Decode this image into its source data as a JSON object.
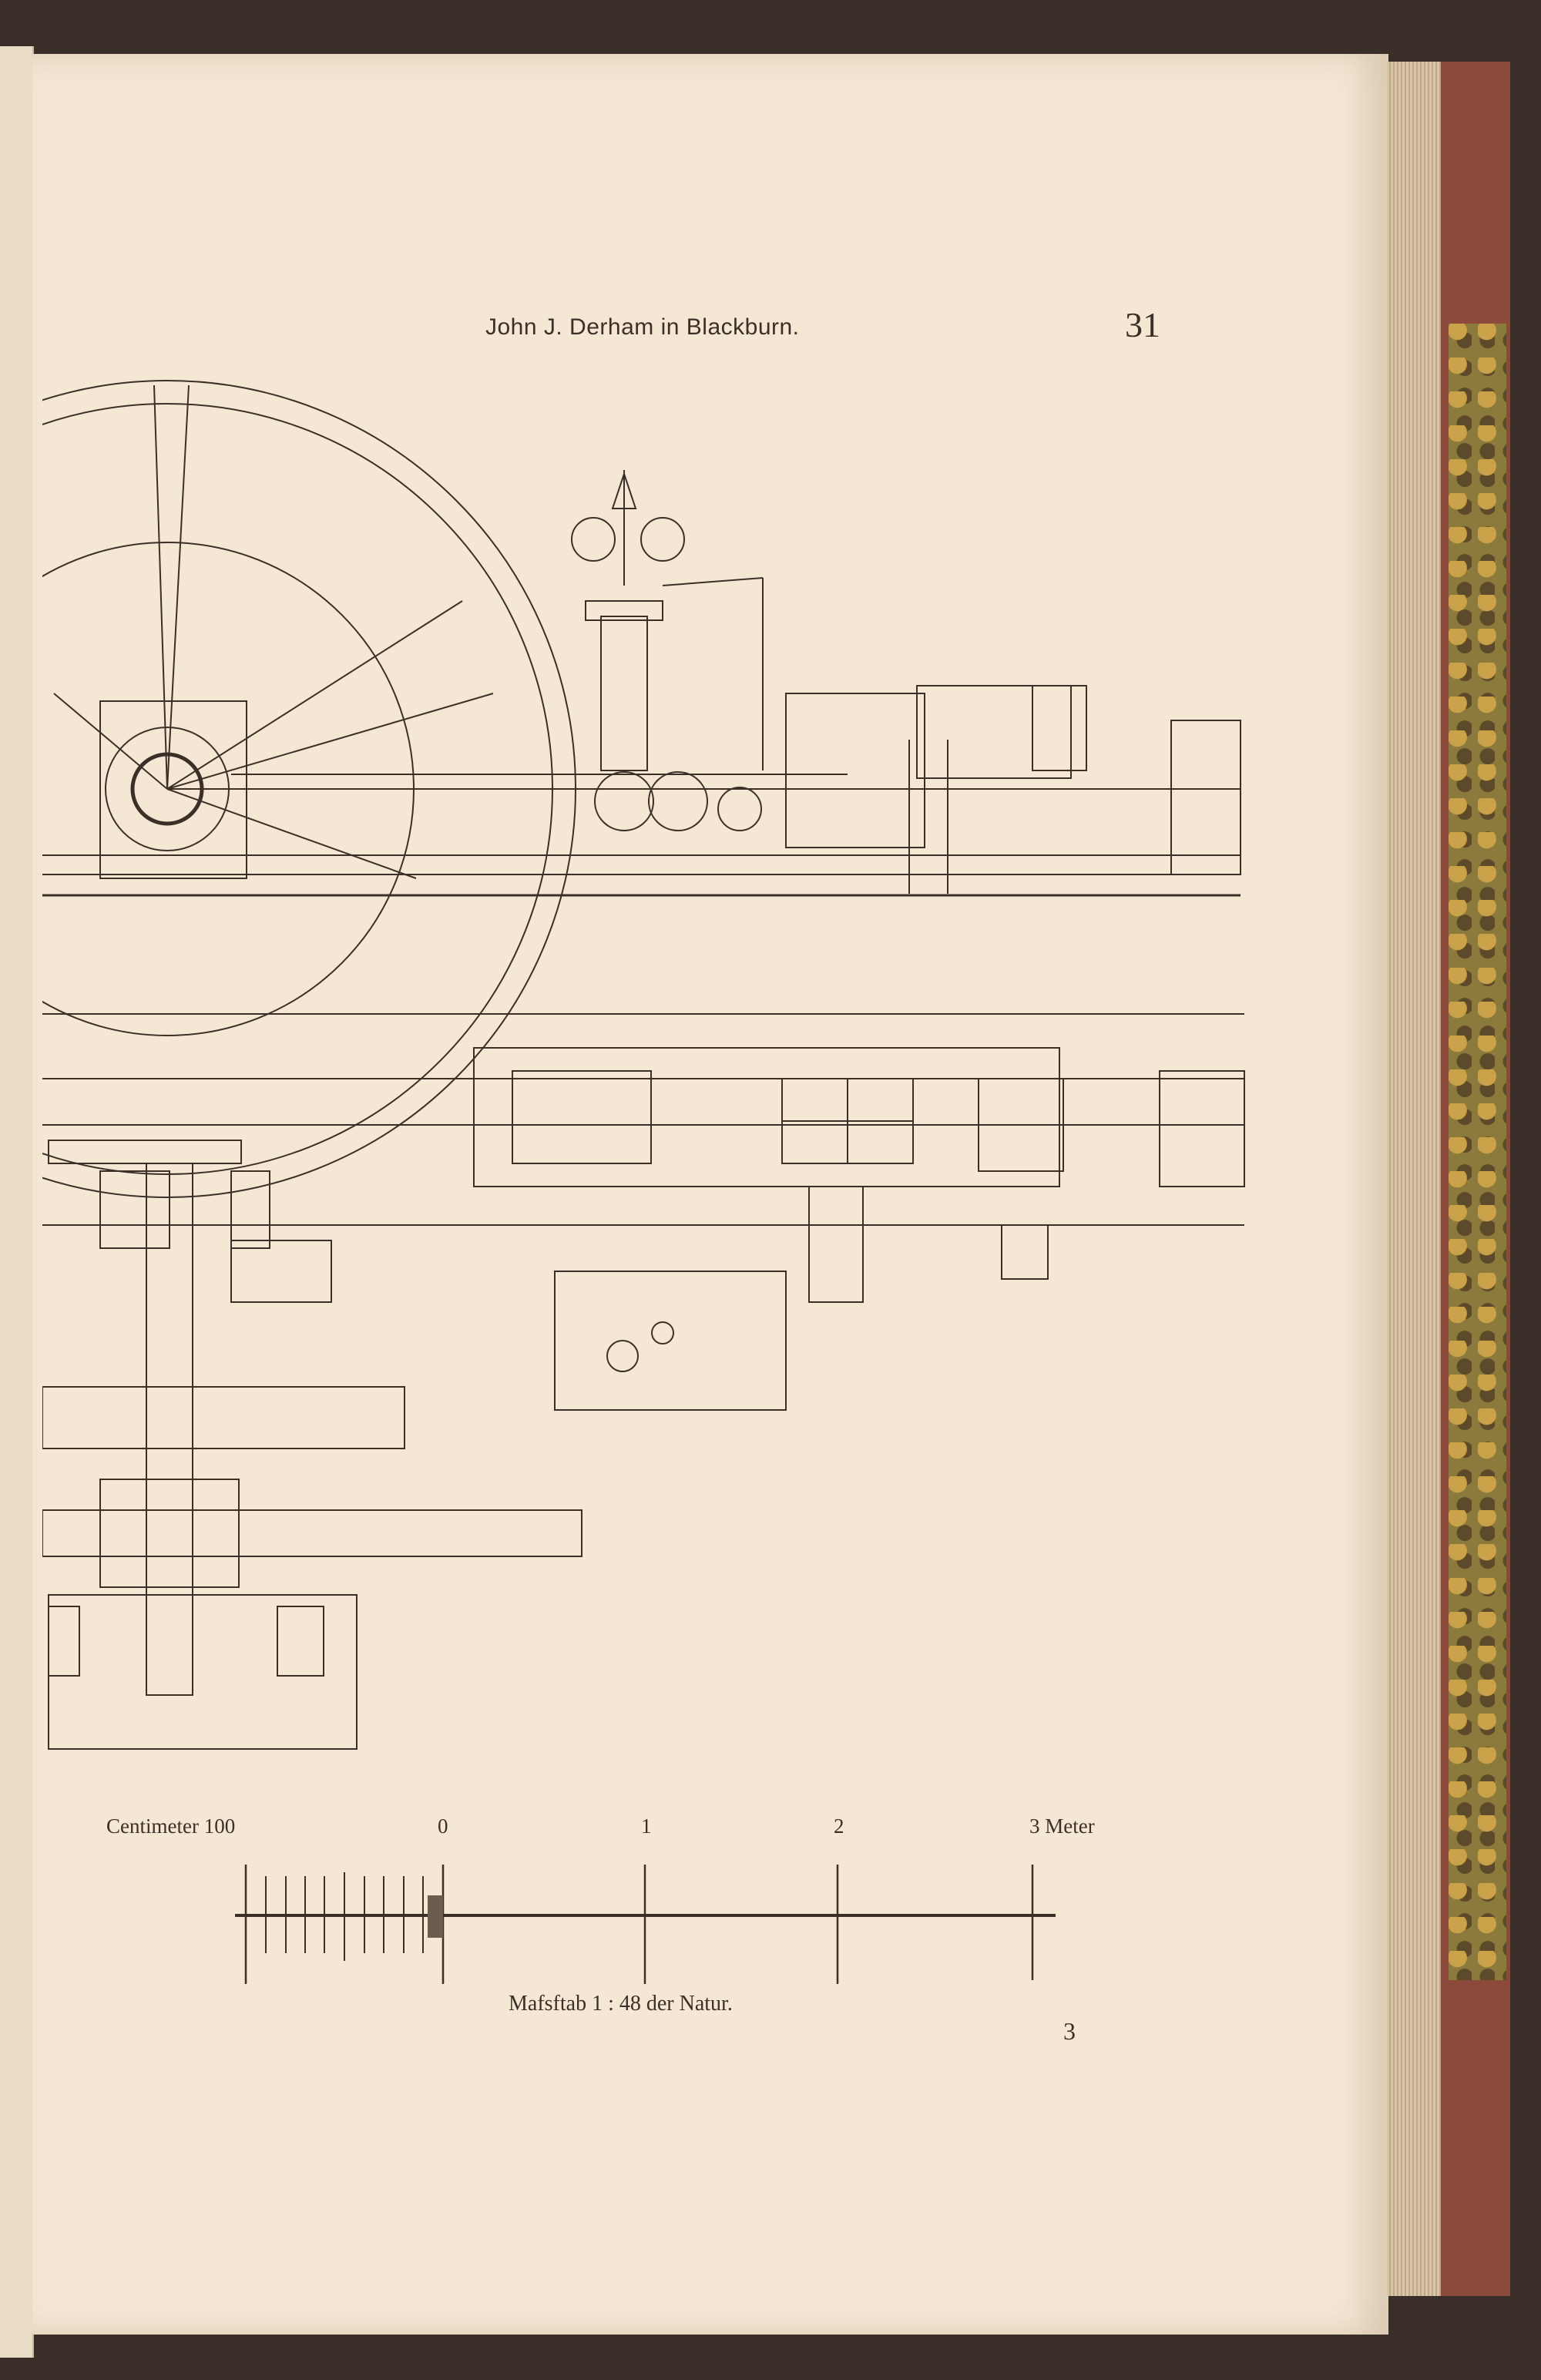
{
  "header": {
    "running_title": "John J. Derham in Blackburn.",
    "page_number": "31"
  },
  "scale_bar": {
    "left_label": "Centimeter 100",
    "tick_labels": [
      "0",
      "1",
      "2"
    ],
    "right_label": "3 Meter",
    "caption": "Mafsftab 1 : 48 der Natur."
  },
  "footer": {
    "signature_mark": "3"
  },
  "colors": {
    "paper": "#f4e7d4",
    "ink": "#3a3027",
    "cover": "#8c4a3a"
  }
}
